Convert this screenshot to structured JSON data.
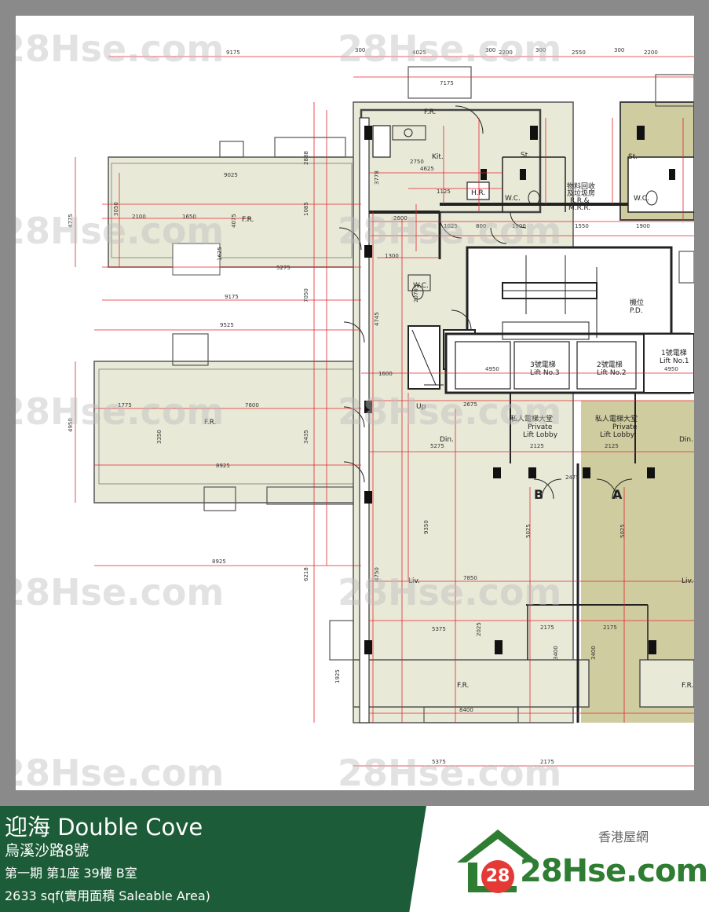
{
  "floor_plan": {
    "rooms": {
      "fr_top": "F.R.",
      "fr_mid": "F.R.",
      "fr_bottom": "F.R.",
      "fr_right": "F.R.",
      "fr_top_small": "F.R.",
      "kit": "Kit.",
      "st_left": "St.",
      "st_right": "St.",
      "wc_left": "W.C.",
      "wc_right": "W.C.",
      "wc_lower": "W.C.",
      "hr": "H.R.",
      "refuse_cn": "物料回收",
      "refuse_cn2": "及垃圾房",
      "refuse_en": "R.R.&",
      "refuse_en2": "M.R.R.",
      "din_left": "Din.",
      "din_right": "Din.",
      "liv_left": "Liv.",
      "liv_right": "Liv.",
      "up": "Up",
      "pd_cn": "機位",
      "pd_en": "P.D.",
      "lift3_cn": "3號電梯",
      "lift3_en": "Lift No.3",
      "lift2_cn": "2號電梯",
      "lift2_en": "Lift No.2",
      "lift1_cn": "1號電梯",
      "lift1_en": "Lift No.1",
      "lobby_b_cn": "私人電梯大堂",
      "lobby_b_en1": "Private",
      "lobby_b_en2": "Lift Lobby",
      "lobby_a_cn": "私人電梯大堂",
      "lobby_a_en1": "Private",
      "lobby_a_en2": "Lift Lobby"
    },
    "flat_letters": {
      "b": "B",
      "a": "A"
    },
    "dimensions": {
      "d9175_top": "9175",
      "d300_a": "300",
      "d4025": "4025",
      "d300_b": "300",
      "d2200_a": "2200",
      "d300_c": "300",
      "d2550": "2550",
      "d300_d": "300",
      "d2200_b": "2200",
      "d7175": "7175",
      "d9025": "9025",
      "d2100": "2100",
      "d1650": "1650",
      "d5275_a": "5275",
      "d9175_b": "9175",
      "d9525": "9525",
      "d1775": "1775",
      "d7600": "7600",
      "d8925_a": "8925",
      "d8925_b": "8925",
      "d4625": "4625",
      "d2750": "2750",
      "d1125": "1125",
      "d4950_a": "4950",
      "d4950_b": "4950",
      "d2675": "2675",
      "d5275_b": "5275",
      "d2125_a": "2125",
      "d2125_b": "2125",
      "d2475": "2475",
      "d7850": "7850",
      "d5375_a": "5375",
      "d2175_a": "2175",
      "d2175_b": "2175",
      "d8400": "8400",
      "d5375_b": "5375",
      "d2175_c": "2175",
      "d1600": "1600",
      "d1300": "1300",
      "d2600": "2600",
      "d1900_a": "1900",
      "d1550": "1550",
      "d1900_b": "1900",
      "d1025": "1025",
      "d800": "800",
      "v4775": "4775",
      "v3050": "3050",
      "v4075": "4075",
      "v1625": "1625",
      "v7050": "7050",
      "v4745": "4745",
      "v4950": "4950",
      "v3350": "3350",
      "v3435": "3435",
      "v9350": "9350",
      "v5025_a": "5025",
      "v5025_b": "5025",
      "v6218": "6218",
      "v4750": "4750",
      "v3400_a": "3400",
      "v3400_b": "3400",
      "v2025": "2025",
      "v1925": "1925",
      "v1085": "1085",
      "v3778": "3778",
      "v2888": "2888",
      "v2070": "2070"
    },
    "watermark": {
      "text": "28Hse.com",
      "badge": "28"
    }
  },
  "footer": {
    "estate_name": "迎海 Double Cove",
    "address": "烏溪沙路8號",
    "unit_info": "第一期 第1座 39樓 B室",
    "area_info": "2633 sqf(實用面積 Saleable Area)",
    "logo_tagline": "香港屋網",
    "logo_text": "28Hse.com",
    "logo_badge": "28"
  },
  "colors": {
    "footer_green": "#1d5c38",
    "plan_fill": "#e9e9d8",
    "plan_fill_dark": "#cfcca0",
    "dimension_red": "#e0262d",
    "logo_green": "#2e7d32",
    "logo_red": "#e53935"
  }
}
